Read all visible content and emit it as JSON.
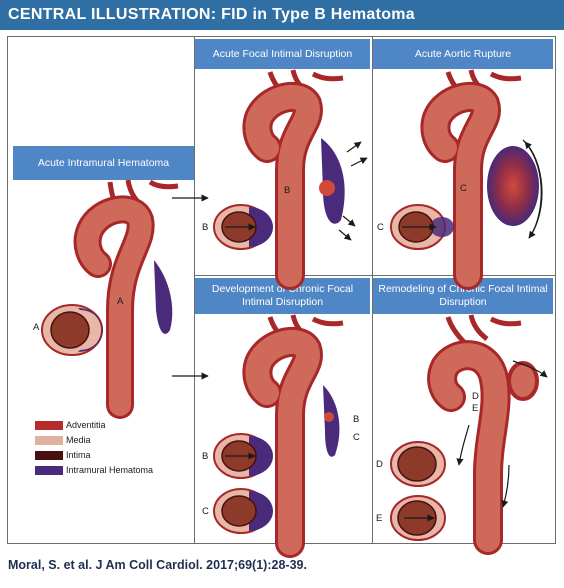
{
  "title": {
    "prefix": "CENTRAL ILLUSTRATION:",
    "subject": "FID in Type B Hematoma"
  },
  "panels": {
    "intramural": "Acute Intramural Hematoma",
    "focal_disruption": "Acute Focal Intimal Disruption",
    "rupture": "Acute Aortic Rupture",
    "chronic_development": "Development of Chronic Focal Intimal Disruption",
    "remodeling": "Remodeling of Chronic Focal Intimal Disruption"
  },
  "letters": {
    "a1": "A",
    "a2": "A",
    "b1": "B",
    "b2": "B",
    "c1": "C",
    "c2": "C",
    "b3": "B",
    "c3": "C",
    "b4": "B",
    "c4": "C",
    "d1": "D",
    "e1": "E",
    "d2": "D",
    "e2": "E"
  },
  "legend": [
    {
      "label": "Adventitia",
      "color": "#b52c2c"
    },
    {
      "label": "Media",
      "color": "#ddb0a0"
    },
    {
      "label": "Intima",
      "color": "#4a0f0f"
    },
    {
      "label": "Intramural Hematoma",
      "color": "#4a2a7a"
    }
  ],
  "citation": "Moral, S. et al. J Am Coll Cardiol. 2017;69(1):28-39.",
  "colors": {
    "header": "#4f86c6",
    "title_bar": "#2f6fa3",
    "vessel": "#c0504d",
    "vessel_dark": "#9e2a2a",
    "media": "#e7b8a8",
    "hematoma": "#4a2a7a"
  }
}
